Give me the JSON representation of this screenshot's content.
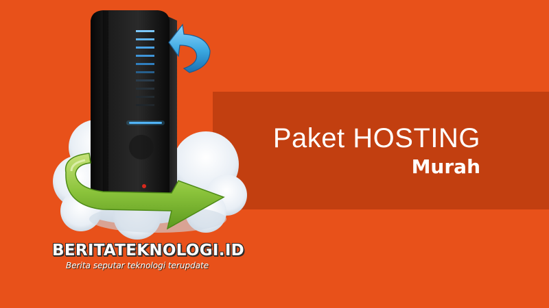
{
  "headline": {
    "line1": "Paket HOSTING",
    "line2": "Murah"
  },
  "brand": {
    "name": "BERITATEKNOLOGI.ID",
    "tagline": "Berita seputar teknologi terupdate"
  },
  "colors": {
    "background": "#e8511a",
    "band": "#c23f10",
    "arrow_blue": "#3aa7e0",
    "arrow_green": "#8cc43c",
    "server": "#121212",
    "cloud": "#e9f0f7"
  }
}
